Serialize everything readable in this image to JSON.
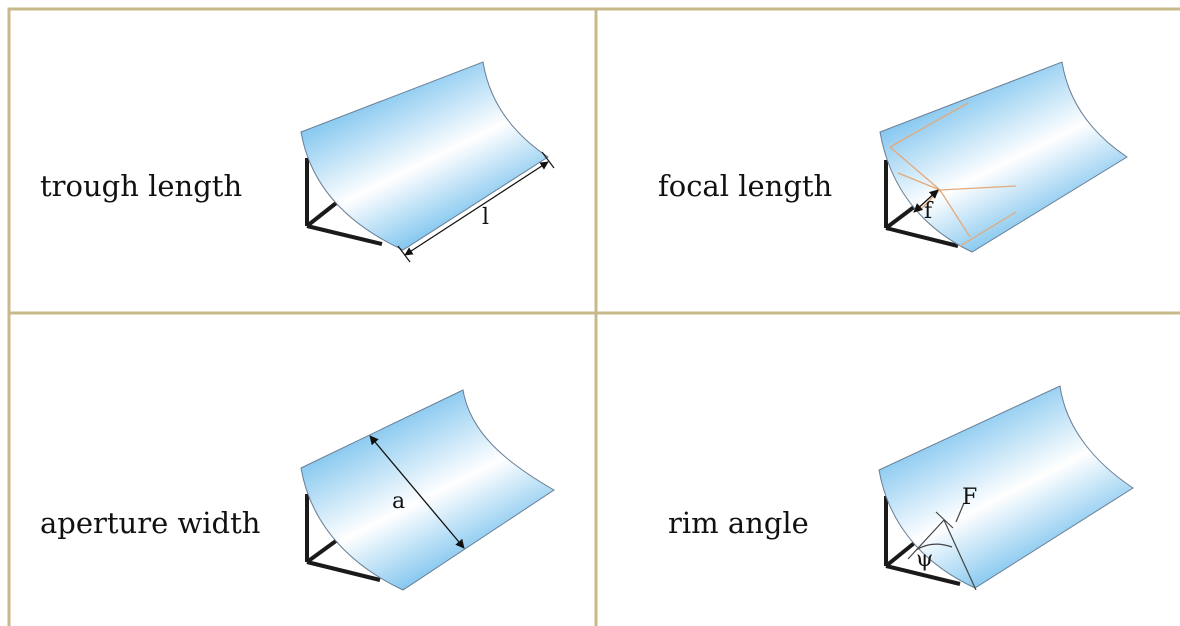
{
  "colors": {
    "grid_line": "#C8B98A",
    "trough_light": "#FFFFFF",
    "trough_dark": "#5BB4EA",
    "frame": "#1A1A1A",
    "ray": "#E3A97A"
  },
  "panels": [
    {
      "label": "trough length",
      "symbol": "l"
    },
    {
      "label": "focal length",
      "symbol": "f"
    },
    {
      "label": "aperture width",
      "symbol": "a"
    },
    {
      "label": "rim angle",
      "symbols": {
        "focus": "F",
        "angle": "ψ"
      }
    }
  ]
}
